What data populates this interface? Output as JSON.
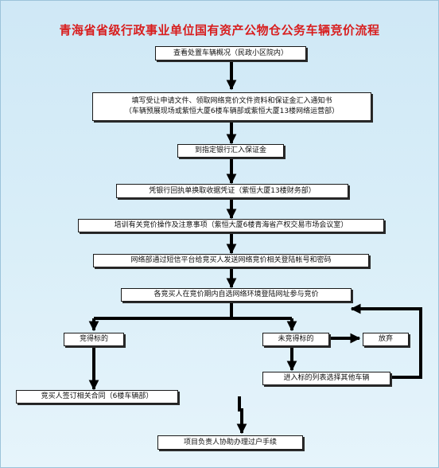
{
  "title": "青海省省级行政事业单位国有资产公物仓公务车辆竞价流程",
  "steps": {
    "view_vehicle": "查看处置车辆概况（民政小区院内）",
    "fill_form_line1": "填写受让申请文件、领取网络竞价文件资料和保证金汇入通知书",
    "fill_form_line2": "（车辆预展现场或紫恒大厦6楼车辆部或紫恒大厦13楼网络运营部）",
    "remit_deposit": "到指定银行汇入保证金",
    "receipt": "凭银行回执单换取收据凭证（紫恒大厦13楼财务部）",
    "training": "培训有关竞价操作及注意事项（紫恒大厦6楼青海省产权交易市场会议室）",
    "sms_account": "网络部通过短信平台给竞买人发送网络竞价相关登陆帐号和密码",
    "bidding": "各竞买人在竞价期内自选网络环境登陆网址参与竞价",
    "won": "竞得标的",
    "not_won": "未竞得标的",
    "give_up": "放弃",
    "choose_other": "进入标的列表选择其他车辆",
    "sign_contract": "竞买人签订相关合同（6楼车辆部）",
    "transfer": "项目负责人协助办理过户手续"
  }
}
